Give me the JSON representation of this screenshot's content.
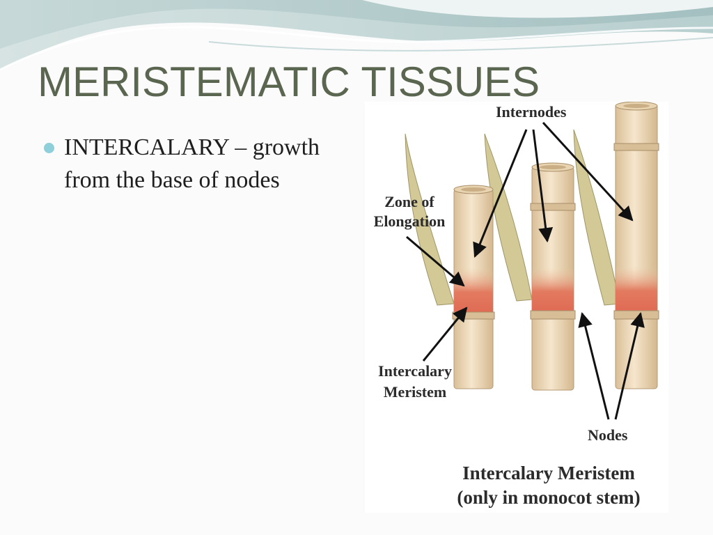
{
  "slide": {
    "title": "MERISTEMATIC TISSUES",
    "bullets": [
      {
        "text": "INTERCALARY – growth from the base of nodes"
      }
    ]
  },
  "figure": {
    "labels": {
      "internodes": "Internodes",
      "zone_line1": "Zone of",
      "zone_line2": "Elongation",
      "intercalary_line1": "Intercalary",
      "intercalary_line2": "Meristem",
      "nodes": "Nodes"
    },
    "caption_line1": "Intercalary Meristem",
    "caption_line2": "(only in monocot stem)"
  },
  "colors": {
    "title": "#5b6650",
    "bullet": "#8ecfd9",
    "stem": "#efd8b6",
    "meristem": "#e0775e",
    "leaf": "#d2c896"
  }
}
